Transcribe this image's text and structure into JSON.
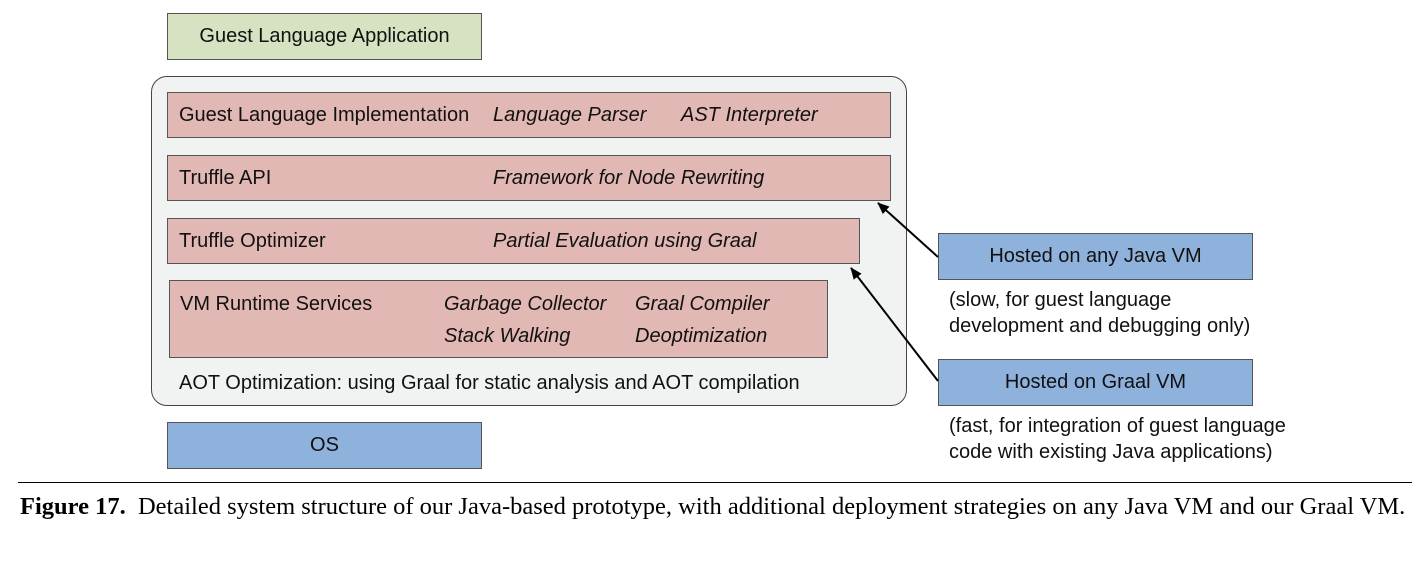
{
  "top_app": {
    "label": "Guest Language Application"
  },
  "layers": {
    "guest_impl": {
      "label": "Guest Language Implementation",
      "parser": "Language Parser",
      "interpreter": "AST Interpreter"
    },
    "truffle_api": {
      "label": "Truffle API",
      "framework": "Framework for Node Rewriting"
    },
    "truffle_optimizer": {
      "label": "Truffle Optimizer",
      "detail": "Partial Evaluation using Graal"
    },
    "vm_runtime": {
      "label": "VM Runtime Services",
      "gc": "Garbage Collector",
      "compiler": "Graal Compiler",
      "stack": "Stack Walking",
      "deopt": "Deoptimization"
    },
    "aot_note": "AOT Optimization: using Graal for static analysis and AOT compilation"
  },
  "os": {
    "label": "OS"
  },
  "hosted_java": {
    "label": "Hosted on any Java VM",
    "note_line1": "(slow, for guest language",
    "note_line2": "development and debugging only)"
  },
  "hosted_graal": {
    "label": "Hosted on Graal VM",
    "note_line1": "(fast, for integration of guest language",
    "note_line2": "code with existing Java applications)"
  },
  "caption": {
    "label": "Figure 17.",
    "text": "Detailed system structure of our Java-based prototype, with additional deployment strategies on any Java VM and our Graal VM."
  }
}
